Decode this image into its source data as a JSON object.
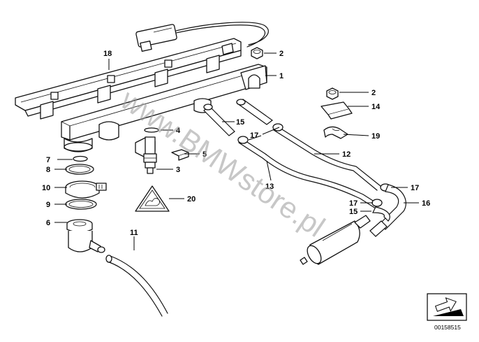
{
  "diagram": {
    "watermark": "www.BMWstore.pl",
    "part_code": "00158515",
    "callouts": {
      "c18": "18",
      "c2a": "2",
      "c1": "1",
      "c2b": "2",
      "c14": "14",
      "c15a": "15",
      "c17a": "17",
      "c4": "4",
      "c19": "19",
      "c7": "7",
      "c5": "5",
      "c12": "12",
      "c8": "8",
      "c3": "3",
      "c13": "13",
      "c10": "10",
      "c17b": "17",
      "c9": "9",
      "c20": "20",
      "c17c": "17",
      "c16": "16",
      "c15b": "15",
      "c6": "6",
      "c11": "11"
    }
  }
}
